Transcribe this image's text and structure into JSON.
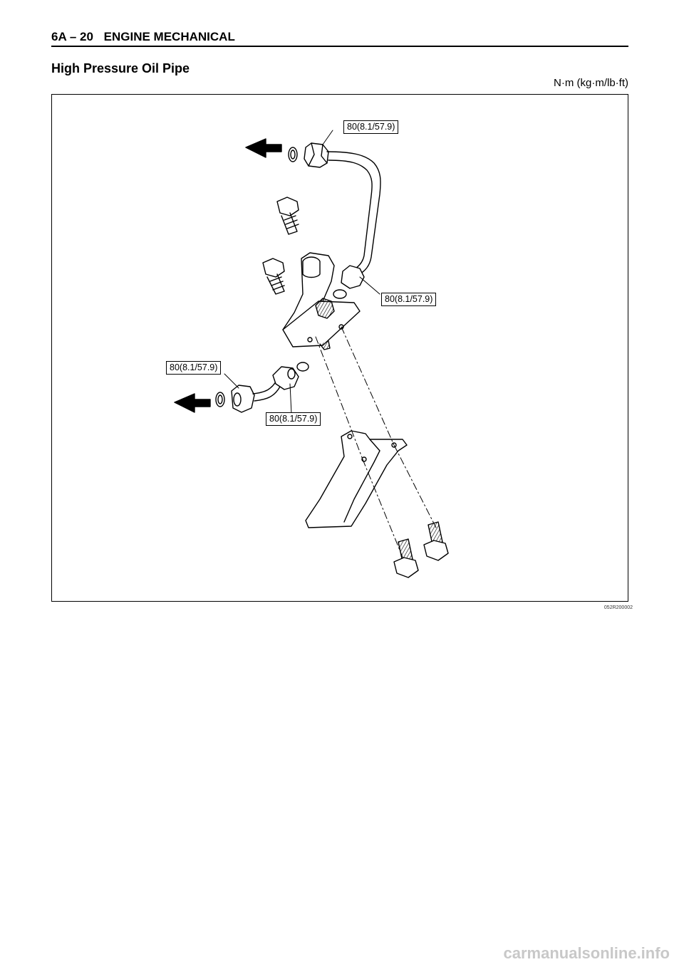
{
  "header": {
    "page_number": "6A – 20",
    "section": "ENGINE MECHANICAL"
  },
  "title": "High Pressure Oil Pipe",
  "units": "N·m (kg·m/lb·ft)",
  "figure": {
    "callouts": [
      {
        "label": "80(8.1/57.9)"
      },
      {
        "label": "80(8.1/57.9)"
      },
      {
        "label": "80(8.1/57.9)"
      },
      {
        "label": "80(8.1/57.9)"
      }
    ],
    "figure_id": "052R200002"
  },
  "watermark": "carmanualsonline.info"
}
